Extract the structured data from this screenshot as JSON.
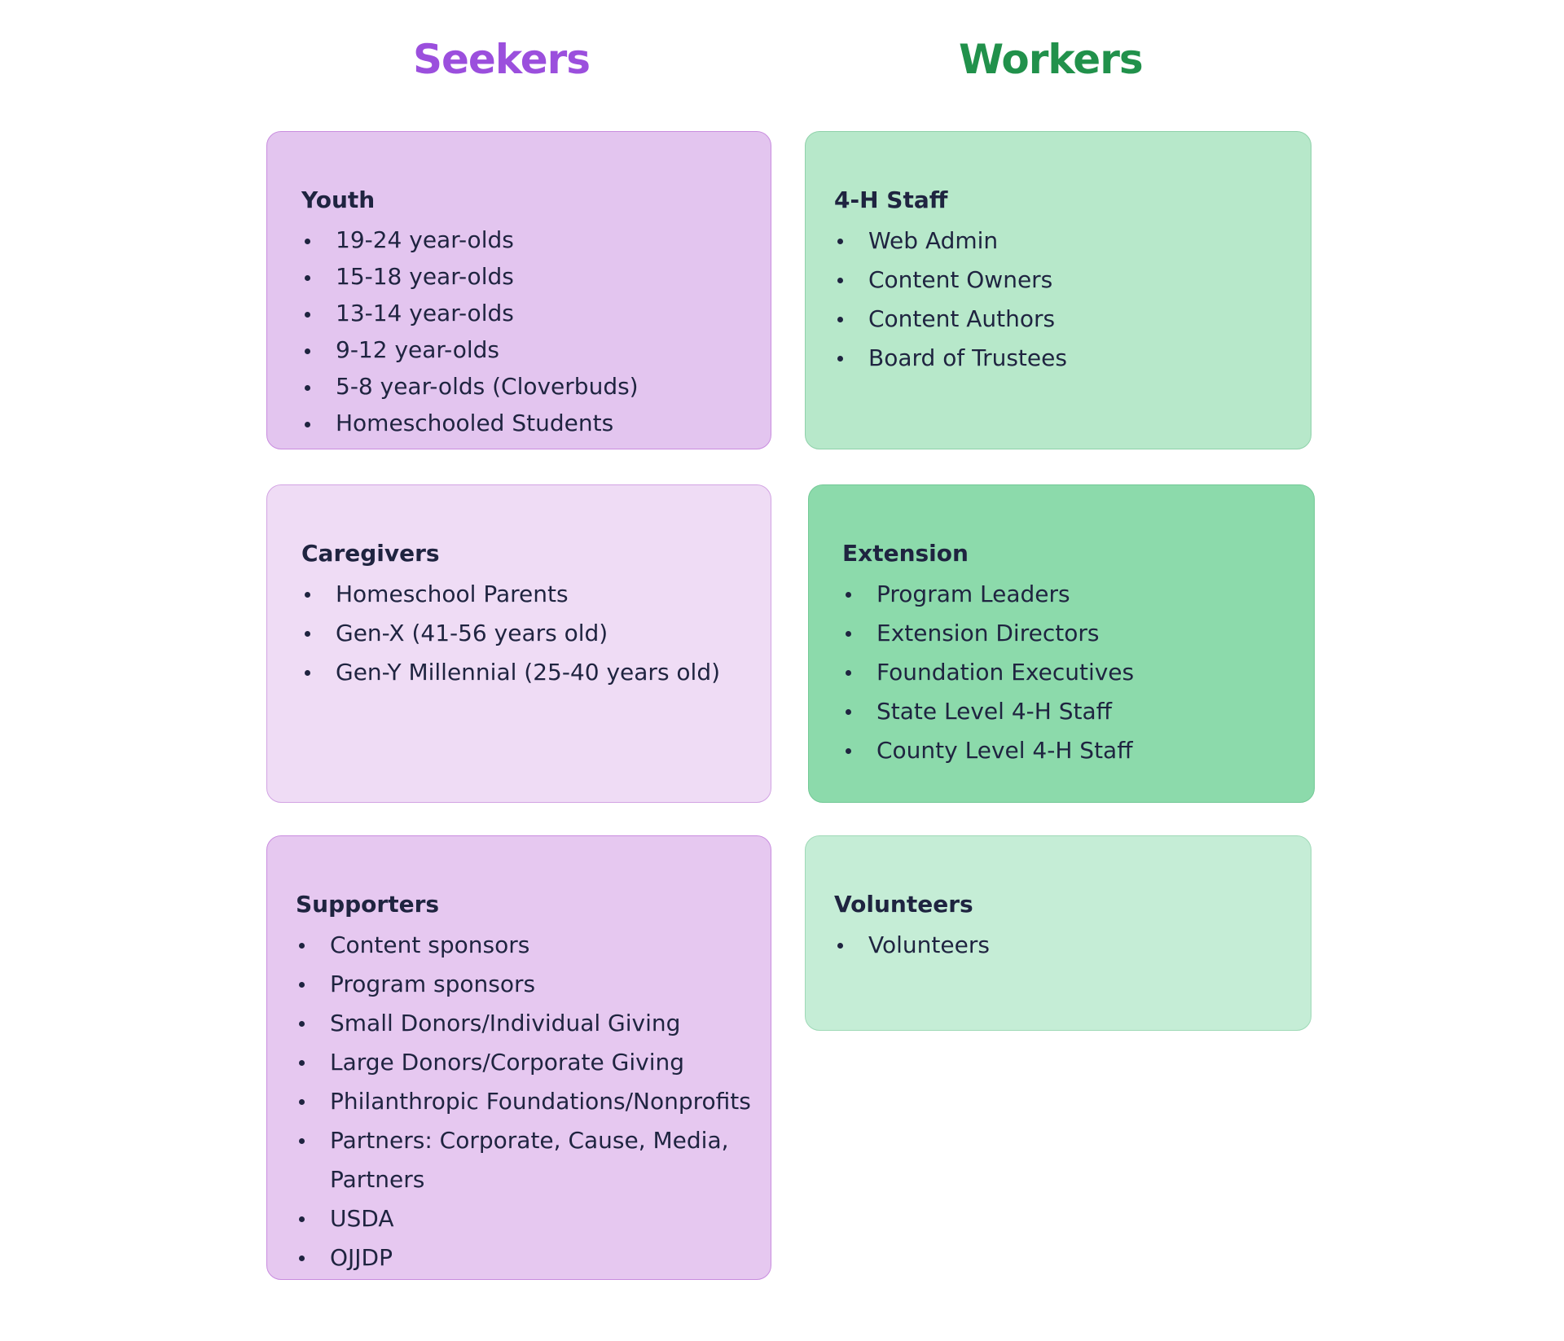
{
  "columns": {
    "seekers": {
      "title": "Seekers",
      "color": "#9b4fdd",
      "cards": {
        "youth": {
          "title": "Youth",
          "items": [
            "19-24 year-olds",
            "15-18 year-olds",
            "13-14 year-olds",
            "9-12 year-olds",
            "5-8 year-olds (Cloverbuds)",
            "Homeschooled Students"
          ]
        },
        "caregivers": {
          "title": "Caregivers",
          "items": [
            "Homeschool Parents",
            "Gen-X (41-56 years old)",
            "Gen-Y Millennial (25-40 years old)"
          ]
        },
        "supporters": {
          "title": "Supporters",
          "items": [
            "Content sponsors",
            "Program sponsors",
            "Small Donors/Individual Giving",
            "Large Donors/Corporate Giving",
            "Philanthropic Foundations/Nonprofits",
            "Partners: Corporate, Cause, Media, Partners",
            "USDA",
            "OJJDP"
          ]
        }
      }
    },
    "workers": {
      "title": "Workers",
      "color": "#21914b",
      "cards": {
        "staff": {
          "title": "4-H Staff",
          "items": [
            "Web Admin",
            "Content Owners",
            "Content Authors",
            "Board of Trustees"
          ]
        },
        "extension": {
          "title": "Extension",
          "items": [
            "Program Leaders",
            "Extension Directors",
            "Foundation Executives",
            "State Level 4-H Staff",
            "County Level 4-H Staff"
          ]
        },
        "volunteers": {
          "title": "Volunteers",
          "items": [
            "Volunteers"
          ]
        }
      }
    }
  },
  "colors": {
    "youth_bg": "#e3c5ef",
    "caregivers_bg": "#efdcf5",
    "supporters_bg": "#e6c8f0",
    "staff_bg": "#b7e8ca",
    "extension_bg": "#8cdaab",
    "volunteers_bg": "#c5edd6",
    "text": "#1f2440"
  }
}
